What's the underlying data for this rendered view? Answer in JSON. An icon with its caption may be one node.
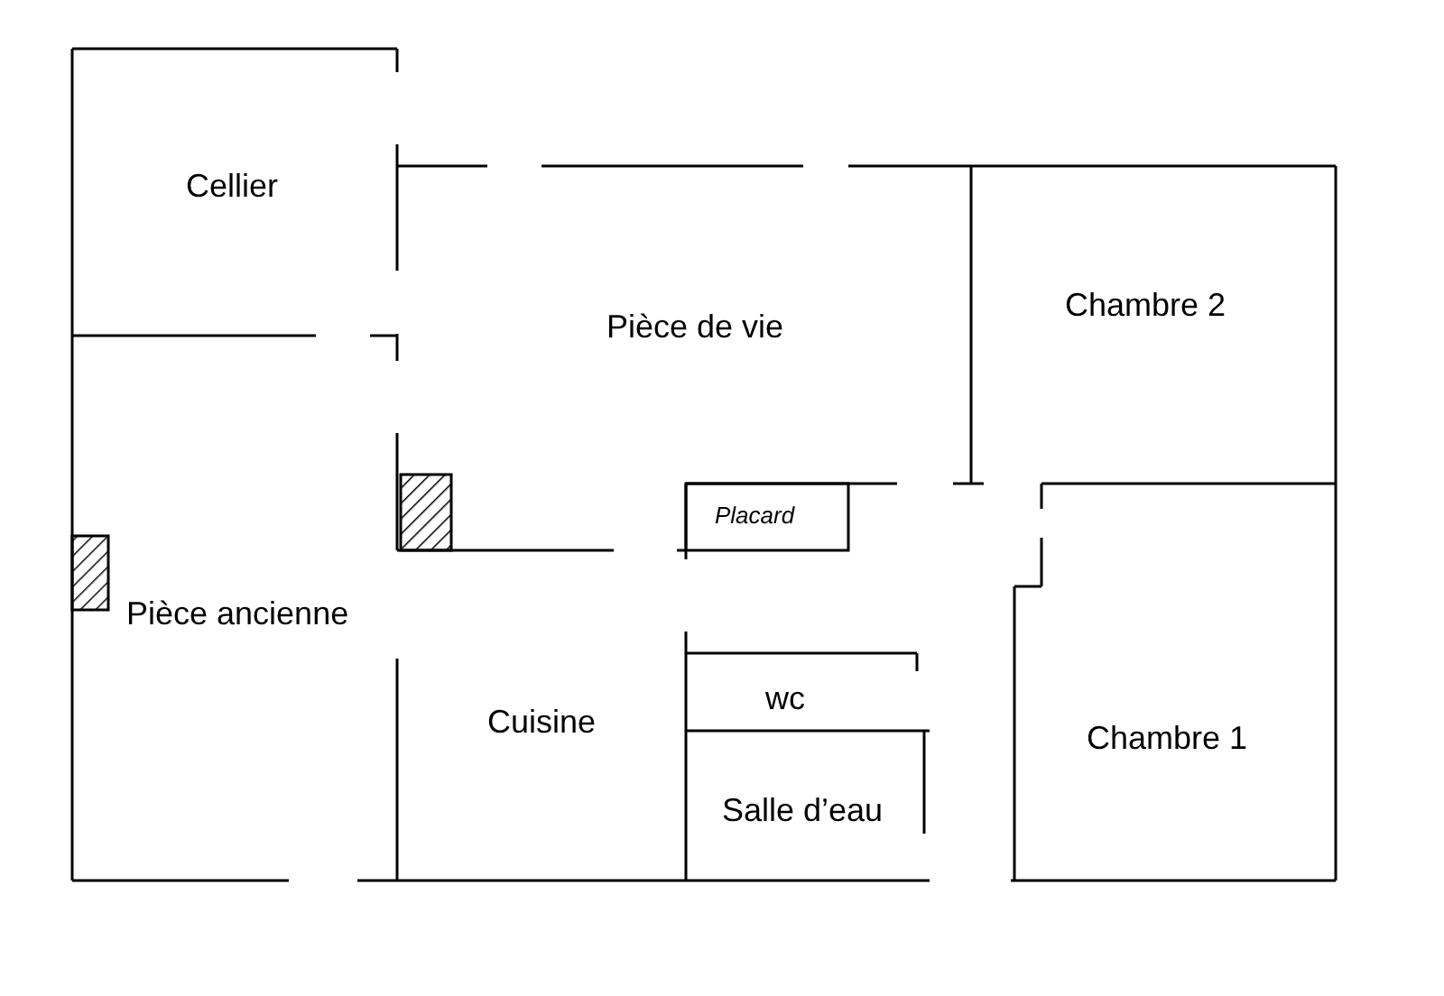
{
  "diagram": {
    "labels": [
      "Cellier",
      "Chambre 2",
      "Pièce de vie",
      "Placard",
      "Pièce ancienne",
      "wc",
      "Cuisine",
      "Chambre 1",
      "Salle d’eau"
    ]
  }
}
